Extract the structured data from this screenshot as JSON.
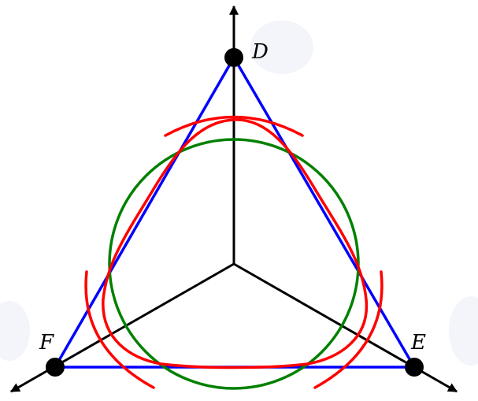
{
  "diagram": {
    "vertices": [
      {
        "id": "top",
        "label": "D"
      },
      {
        "id": "right",
        "label": "E"
      },
      {
        "id": "left",
        "label": "F"
      }
    ],
    "colors": {
      "axes": "#000000",
      "triangle": "#0000ff",
      "incircle": "#008000",
      "curve": "#ff0000",
      "vertex_dots": "#000000",
      "background": "#ffffff"
    },
    "elements": [
      "three-axis-arrows",
      "equilateral-triangle",
      "inscribed-circle",
      "curved-triangle",
      "vertex-dots",
      "vertex-labels"
    ]
  }
}
